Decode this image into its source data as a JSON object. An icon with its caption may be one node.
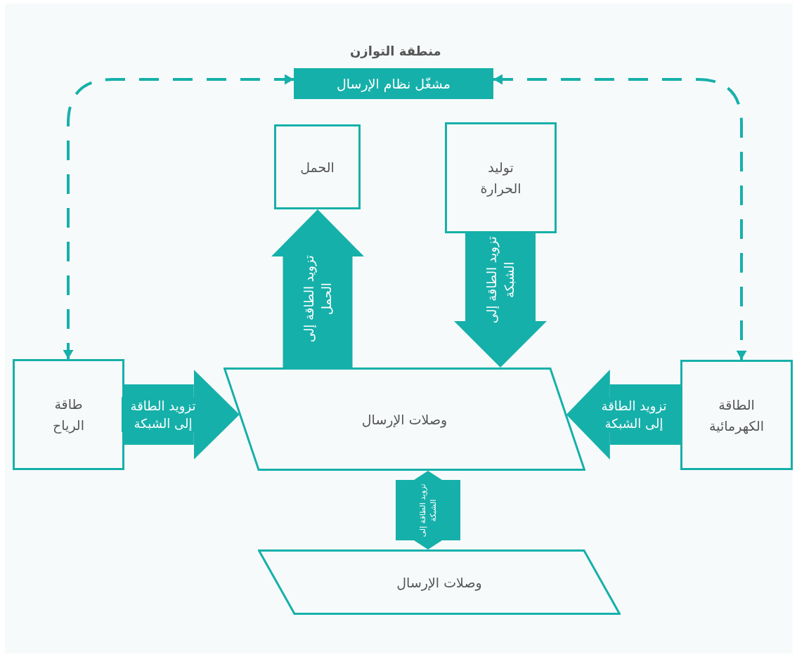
{
  "diagram": {
    "title": "منطقة التوازن",
    "nodes": [
      {
        "text": [
          "مشغّل نظام الإرسال"
        ]
      },
      {
        "text": [
          "الحمل"
        ]
      },
      {
        "text": [
          "توليد الحرارة"
        ]
      },
      {
        "text": [
          "طاقة الرياح"
        ]
      },
      {
        "text": [
          "وصلات الإرسال"
        ]
      },
      {
        "text": [
          "الطاقة الكهرمائية"
        ]
      },
      {
        "text": [
          "وصلات الإرسال"
        ]
      }
    ],
    "edges": [
      {
        "from": 0,
        "to": 3,
        "arrow": "both",
        "style": "dashed"
      },
      {
        "from": 0,
        "to": 5,
        "arrow": "both",
        "style": "dashed"
      },
      {
        "from": 2,
        "to": 4,
        "arrow": "to",
        "label": "تزويد الطاقة إلى الشبكة"
      },
      {
        "from": 4,
        "to": 1,
        "arrow": "to",
        "label": "تزويد الطاقة إلى الحمل"
      },
      {
        "from": 3,
        "to": 4,
        "arrow": "to",
        "label": "تزويد الطاقة إلى الشبكة"
      },
      {
        "from": 5,
        "to": 4,
        "arrow": "to",
        "label": "تزويد الطاقة إلى الشبكة"
      },
      {
        "from": 4,
        "to": 6,
        "arrow": "both",
        "label": "تزويد الطاقة إلى الشبكة"
      }
    ]
  }
}
